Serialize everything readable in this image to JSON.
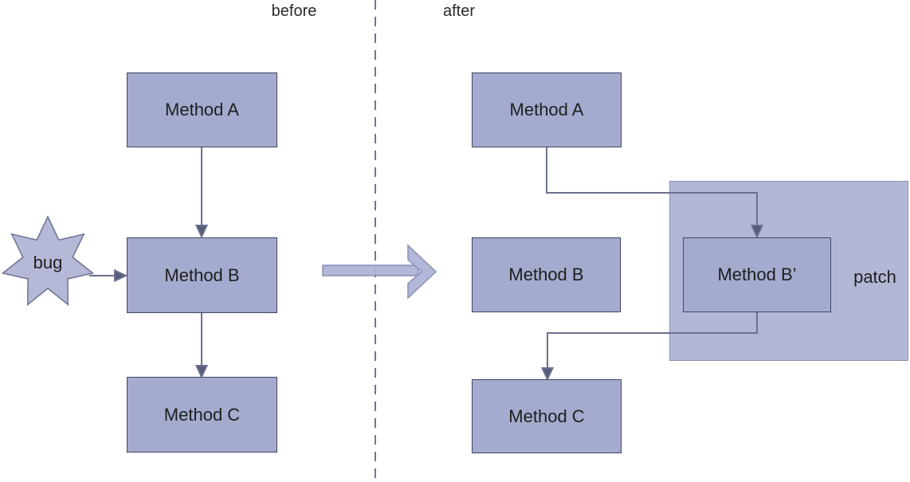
{
  "labels": {
    "before": "before",
    "after": "after"
  },
  "before_section": {
    "method_a": "Method A",
    "method_b": "Method B",
    "method_c": "Method C",
    "bug": "bug"
  },
  "after_section": {
    "method_a": "Method A",
    "method_b": "Method B",
    "method_b_prime": "Method B’",
    "method_c": "Method C",
    "patch": "patch"
  },
  "colors": {
    "box_fill": "#a4abce",
    "box_border": "#3f4562",
    "patch_fill": "#b3b7d6",
    "patch_border": "#8d92b3",
    "star_fill": "#b5b9d7",
    "star_border": "#6e7292",
    "connector": "#6b7090",
    "arrowhead": "#565b7a",
    "divider": "#72758c",
    "transform_arrow_fill": "#adb3d5",
    "transform_arrow_border": "#7f86af",
    "text": "#1f1f1f"
  }
}
